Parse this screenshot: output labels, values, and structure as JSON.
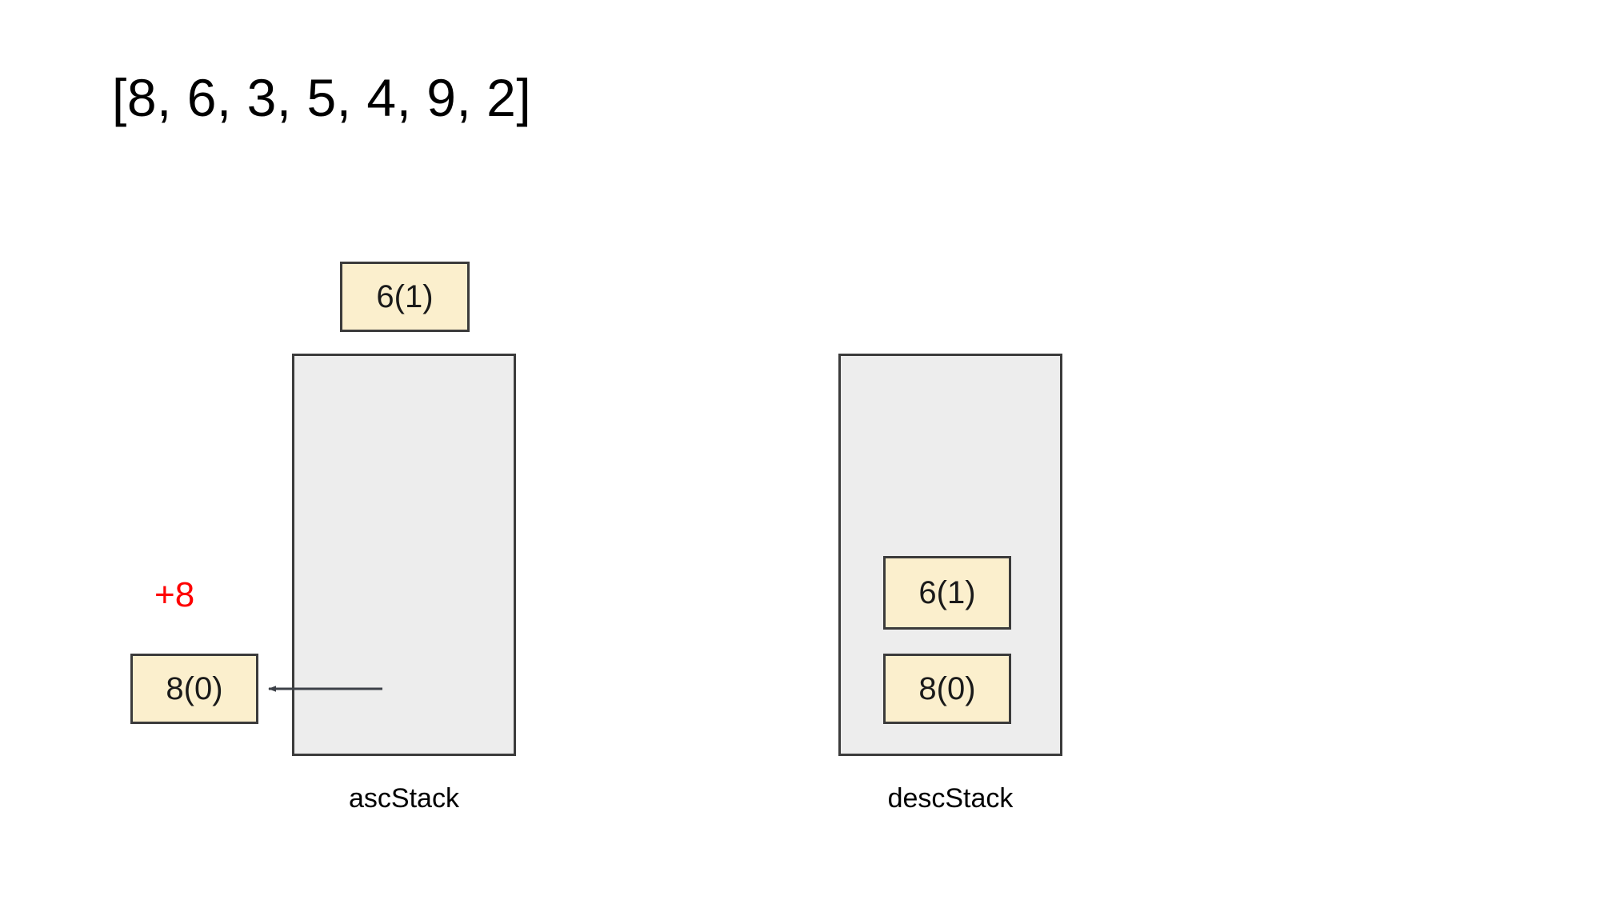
{
  "title": {
    "text": "[8, 6, 3, 5, 4, 9, 2]"
  },
  "annotation": {
    "text": "+8",
    "color": "#fe0000"
  },
  "colors": {
    "node_fill": "#fbefcd",
    "node_border": "#3b3b3b",
    "container_fill": "#ededed",
    "container_border": "#3b3b3b",
    "arrow": "#3d4148",
    "annotation_red": "#fe0000",
    "background": "#ffffff",
    "text": "#000000"
  },
  "stacks": {
    "asc": {
      "label": "ascStack",
      "items": []
    },
    "desc": {
      "label": "descStack",
      "items": [
        {
          "text": "6(1)"
        },
        {
          "text": "8(0)"
        }
      ]
    }
  },
  "floating_node": {
    "text": "6(1)"
  },
  "popped_node": {
    "text": "8(0)"
  },
  "chart_data": {
    "type": "diagram",
    "title": "[8, 6, 3, 5, 4, 9, 2]",
    "input_array": [
      8,
      6,
      3,
      5,
      4,
      9,
      2
    ],
    "containers": [
      {
        "name": "ascStack",
        "label": "ascStack",
        "contents": []
      },
      {
        "name": "descStack",
        "label": "descStack",
        "contents": [
          "6(1)",
          "8(0)"
        ]
      }
    ],
    "floating_nodes": [
      {
        "text": "6(1)",
        "position": "above-ascStack"
      },
      {
        "text": "8(0)",
        "position": "left-of-ascStack",
        "annotation": "+8"
      }
    ],
    "arrows": [
      {
        "from": "ascStack",
        "to": "8(0)",
        "direction": "left",
        "meaning": "pop"
      }
    ]
  }
}
